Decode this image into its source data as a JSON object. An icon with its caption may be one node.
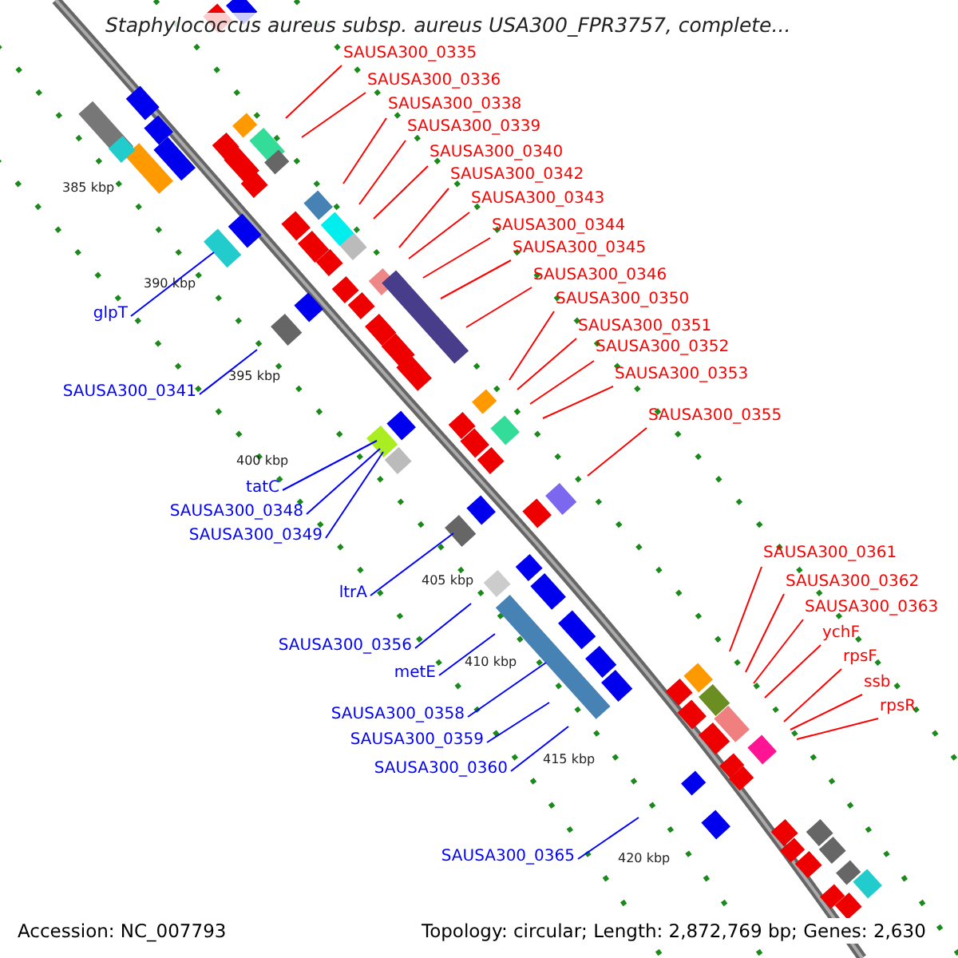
{
  "diagram": {
    "title": "Staphylococcus aureus subsp. aureus USA300_FPR3757, complete...",
    "nodes": [
      {
        "text": [
          "SAUSA300_0335"
        ]
      },
      {
        "text": [
          "SAUSA300_0336"
        ]
      },
      {
        "text": [
          "SAUSA300_0338"
        ]
      },
      {
        "text": [
          "SAUSA300_0339"
        ]
      },
      {
        "text": [
          "SAUSA300_0340"
        ]
      },
      {
        "text": [
          "SAUSA300_0342"
        ]
      },
      {
        "text": [
          "SAUSA300_0343"
        ]
      },
      {
        "text": [
          "SAUSA300_0344"
        ]
      },
      {
        "text": [
          "SAUSA300_0345"
        ]
      },
      {
        "text": [
          "SAUSA300_0346"
        ]
      },
      {
        "text": [
          "SAUSA300_0350"
        ]
      },
      {
        "text": [
          "SAUSA300_0351"
        ]
      },
      {
        "text": [
          "SAUSA300_0352"
        ]
      },
      {
        "text": [
          "SAUSA300_0353"
        ]
      },
      {
        "text": [
          "SAUSA300_0355"
        ]
      },
      {
        "text": [
          "SAUSA300_0361"
        ]
      },
      {
        "text": [
          "SAUSA300_0362"
        ]
      },
      {
        "text": [
          "SAUSA300_0363"
        ]
      },
      {
        "text": [
          "ychF"
        ]
      },
      {
        "text": [
          "rpsF"
        ]
      },
      {
        "text": [
          "ssb"
        ]
      },
      {
        "text": [
          "rpsR"
        ]
      },
      {
        "text": [
          "glpT"
        ]
      },
      {
        "text": [
          "SAUSA300_0341"
        ]
      },
      {
        "text": [
          "tatC"
        ]
      },
      {
        "text": [
          "SAUSA300_0348"
        ]
      },
      {
        "text": [
          "SAUSA300_0349"
        ]
      },
      {
        "text": [
          "ltrA"
        ]
      },
      {
        "text": [
          "SAUSA300_0356"
        ]
      },
      {
        "text": [
          "metE"
        ]
      },
      {
        "text": [
          "SAUSA300_0358"
        ]
      },
      {
        "text": [
          "SAUSA300_0359"
        ]
      },
      {
        "text": [
          "SAUSA300_0360"
        ]
      },
      {
        "text": [
          "SAUSA300_0365"
        ]
      }
    ],
    "edges": [
      {
        "from": 0,
        "to": null,
        "arrow": "none"
      },
      {
        "from": 1,
        "to": null,
        "arrow": "none"
      },
      {
        "from": 2,
        "to": null,
        "arrow": "none"
      },
      {
        "from": 3,
        "to": null,
        "arrow": "none"
      },
      {
        "from": 4,
        "to": null,
        "arrow": "none"
      },
      {
        "from": 5,
        "to": null,
        "arrow": "none"
      },
      {
        "from": 6,
        "to": null,
        "arrow": "none"
      },
      {
        "from": 7,
        "to": null,
        "arrow": "none"
      },
      {
        "from": 8,
        "to": null,
        "arrow": "none"
      },
      {
        "from": 9,
        "to": null,
        "arrow": "none"
      },
      {
        "from": 10,
        "to": null,
        "arrow": "none"
      },
      {
        "from": 11,
        "to": null,
        "arrow": "none"
      },
      {
        "from": 12,
        "to": null,
        "arrow": "none"
      },
      {
        "from": 13,
        "to": null,
        "arrow": "none"
      },
      {
        "from": 14,
        "to": null,
        "arrow": "none"
      },
      {
        "from": 15,
        "to": null,
        "arrow": "none"
      },
      {
        "from": 16,
        "to": null,
        "arrow": "none"
      },
      {
        "from": 17,
        "to": null,
        "arrow": "none"
      },
      {
        "from": 18,
        "to": null,
        "arrow": "none"
      },
      {
        "from": 19,
        "to": null,
        "arrow": "none"
      },
      {
        "from": 20,
        "to": null,
        "arrow": "none"
      },
      {
        "from": 21,
        "to": null,
        "arrow": "none"
      },
      {
        "from": 22,
        "to": null,
        "arrow": "none",
        "color": "#0000ff"
      },
      {
        "from": 23,
        "to": null,
        "arrow": "none",
        "color": "#0000ff"
      },
      {
        "from": 24,
        "to": null,
        "arrow": "none",
        "color": "#0000ff"
      },
      {
        "from": 25,
        "to": null,
        "arrow": "none",
        "color": "#0000ff"
      },
      {
        "from": 26,
        "to": null,
        "arrow": "none",
        "color": "#0000ff"
      },
      {
        "from": 27,
        "to": null,
        "arrow": "none",
        "color": "#0000ff"
      },
      {
        "from": 28,
        "to": null,
        "arrow": "none",
        "color": "#0000ff"
      },
      {
        "from": 29,
        "to": null,
        "arrow": "none",
        "color": "#0000ff"
      },
      {
        "from": 30,
        "to": null,
        "arrow": "none",
        "color": "#0000ff"
      },
      {
        "from": 31,
        "to": null,
        "arrow": "none",
        "color": "#0000ff"
      },
      {
        "from": 32,
        "to": null,
        "arrow": "none",
        "color": "#0000ff"
      },
      {
        "from": 33,
        "to": null,
        "arrow": "none",
        "color": "#0000ff"
      }
    ],
    "labels": [
      "385 kbp",
      "390 kbp",
      "395 kbp",
      "400 kbp",
      "405 kbp",
      "410 kbp",
      "415 kbp",
      "420 kbp",
      "Accession: NC_007793",
      "Topology: circular; Length: 2,872,769 bp; Genes: 2,630"
    ]
  }
}
